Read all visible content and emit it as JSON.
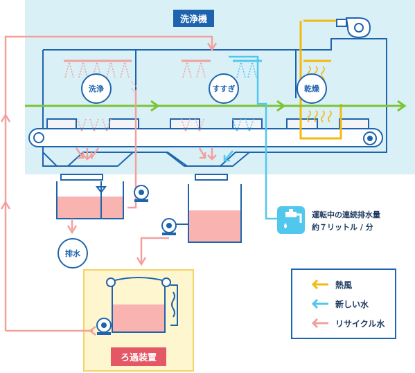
{
  "diagram": {
    "washer_title": "洗浄機",
    "stage_wash": "洗浄",
    "stage_rinse": "すすぎ",
    "stage_dry": "乾燥",
    "drain_label": "排水",
    "filter_title": "ろ過装置",
    "water_info_line1": "運転中の連続排水量",
    "water_info_line2": "約７リットル / 分"
  },
  "legend": {
    "hot_air": "熱風",
    "new_water": "新しい水",
    "recycle_water": "リサイクル水"
  },
  "colors": {
    "hot_air": "#f5b80f",
    "new_water": "#52c7ee",
    "recycle_water": "#f3a09c",
    "conveyor_arrow": "#7cc534",
    "structure": "#1e63ad",
    "washer_bg": "#d9f0f7",
    "filter_bg": "#fdf6cf"
  }
}
